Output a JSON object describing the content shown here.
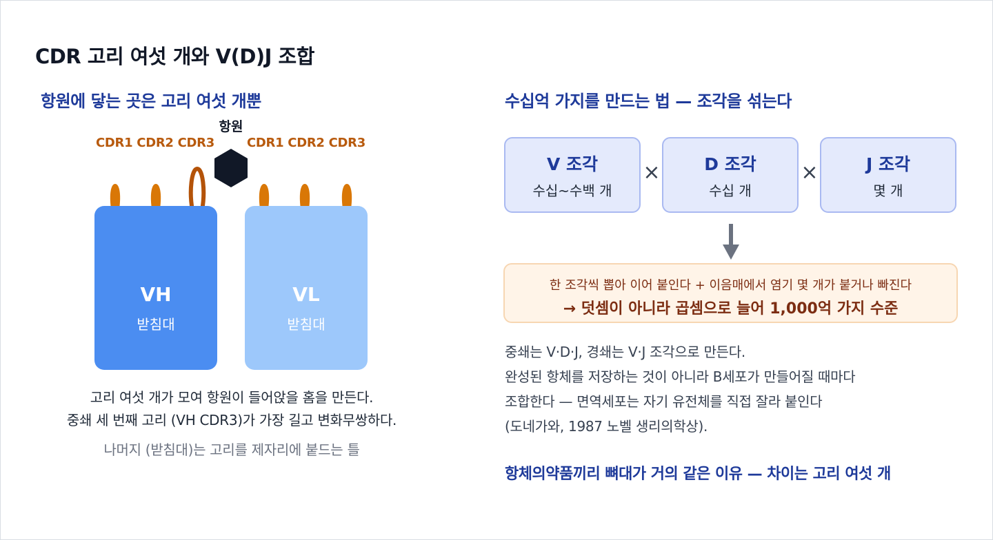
{
  "title": "CDR 고리 여섯 개와 V(D)J 조합",
  "left": {
    "heading": "항원에 닿는 곳은 고리 여섯 개뿐",
    "antigen_label": "항원",
    "cdr_left": "CDR1 CDR2 CDR3",
    "cdr_right": "CDR1 CDR2 CDR3",
    "vh": {
      "name": "VH",
      "sub": "받침대"
    },
    "vl": {
      "name": "VL",
      "sub": "받침대"
    },
    "caption_1": "고리 여섯 개가 모여 항원이 들어앉을 홈을 만든다.",
    "caption_2": "중쇄 세 번째 고리 (VH CDR3)가 가장 길고 변화무쌍하다.",
    "caption_3": "나머지 (받침대)는 고리를 제자리에 붙드는 틀"
  },
  "right": {
    "heading": "수십억 가지를 만드는 법 — 조각을 섞는다",
    "segments": [
      {
        "name": "V 조각",
        "count": "수십~수백 개"
      },
      {
        "name": "D 조각",
        "count": "수십 개"
      },
      {
        "name": "J 조각",
        "count": "몇 개"
      }
    ],
    "times_symbol": "×",
    "note_line_1": "한 조각씩 뽑아 이어 붙인다 + 이음매에서 염기 몇 개가 붙거나 빠진다",
    "note_line_2": "→ 덧셈이 아니라 곱셈으로 늘어 1,000억 가지 수준",
    "paragraph": [
      "중쇄는 V·D·J, 경쇄는 V·J 조각으로 만든다.",
      "완성된 항체를 저장하는 것이 아니라 B세포가 만들어질 때마다",
      "조합한다 — 면역세포는 자기 유전체를 직접 잘라 붙인다",
      "(도네가와, 1987 노벨 생리의학상)."
    ],
    "conclusion": "항체의약품끼리 뼈대가 거의 같은 이유 — 차이는 고리 여섯 개"
  },
  "colors": {
    "heading_blue": "#1e3a9a",
    "vh_fill": "#4b8df1",
    "vl_fill": "#9dc8fb",
    "cdr_orange": "#d97706",
    "cdr3_dark": "#b45309",
    "antigen": "#111827",
    "segment_fill": "#e4eafc",
    "note_fill": "#fff4e8"
  }
}
